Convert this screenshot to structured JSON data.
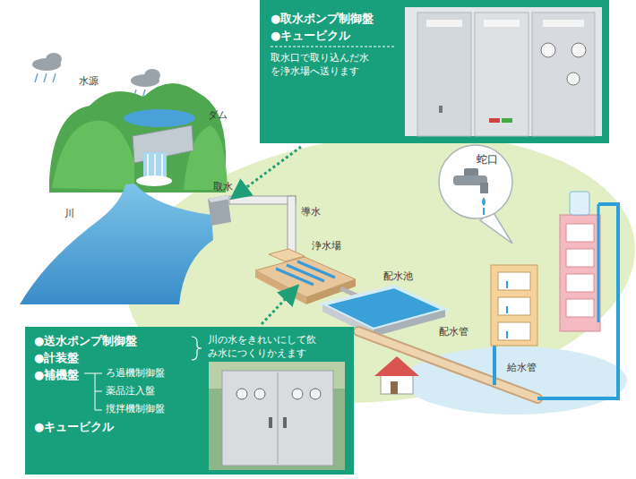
{
  "diagram": {
    "nodes": [
      {
        "text": [
          "●取水ポンプ制御盤",
          "●キュービクル",
          "取水口で取り込んだ水を浄水場へ送ります"
        ]
      },
      {
        "text": [
          "●送水ポンプ制御盤",
          "●計装盤",
          "●補機盤",
          "ろ過機制御盤",
          "薬品注入盤",
          "撹拌機制御盤",
          "●キュービクル",
          "川の水をきれいにして飲み水につくりかえます"
        ]
      },
      {
        "text": [
          "蛇口"
        ]
      }
    ],
    "labels": [
      "水源",
      "ダム",
      "川",
      "取水",
      "導水",
      "浄水場",
      "配水池",
      "配水管",
      "給水管"
    ]
  }
}
